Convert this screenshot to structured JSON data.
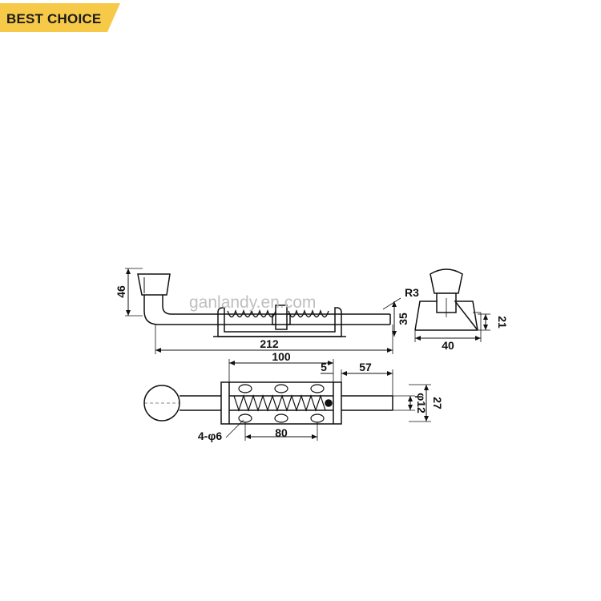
{
  "badge": {
    "label": "BEST CHOICE",
    "color": "#f7c948"
  },
  "watermark": "ganlandy.en.com",
  "dimensions": {
    "height_knob": "46",
    "radius": "R3",
    "height_body": "35",
    "total_length": "212",
    "end_width": "40",
    "end_height": "21",
    "plate_length": "100",
    "gap": "5",
    "bolt_ext": "57",
    "bolt_dia": "φ12",
    "plate_width": "27",
    "holes": "4-φ6",
    "hole_spacing": "80"
  }
}
